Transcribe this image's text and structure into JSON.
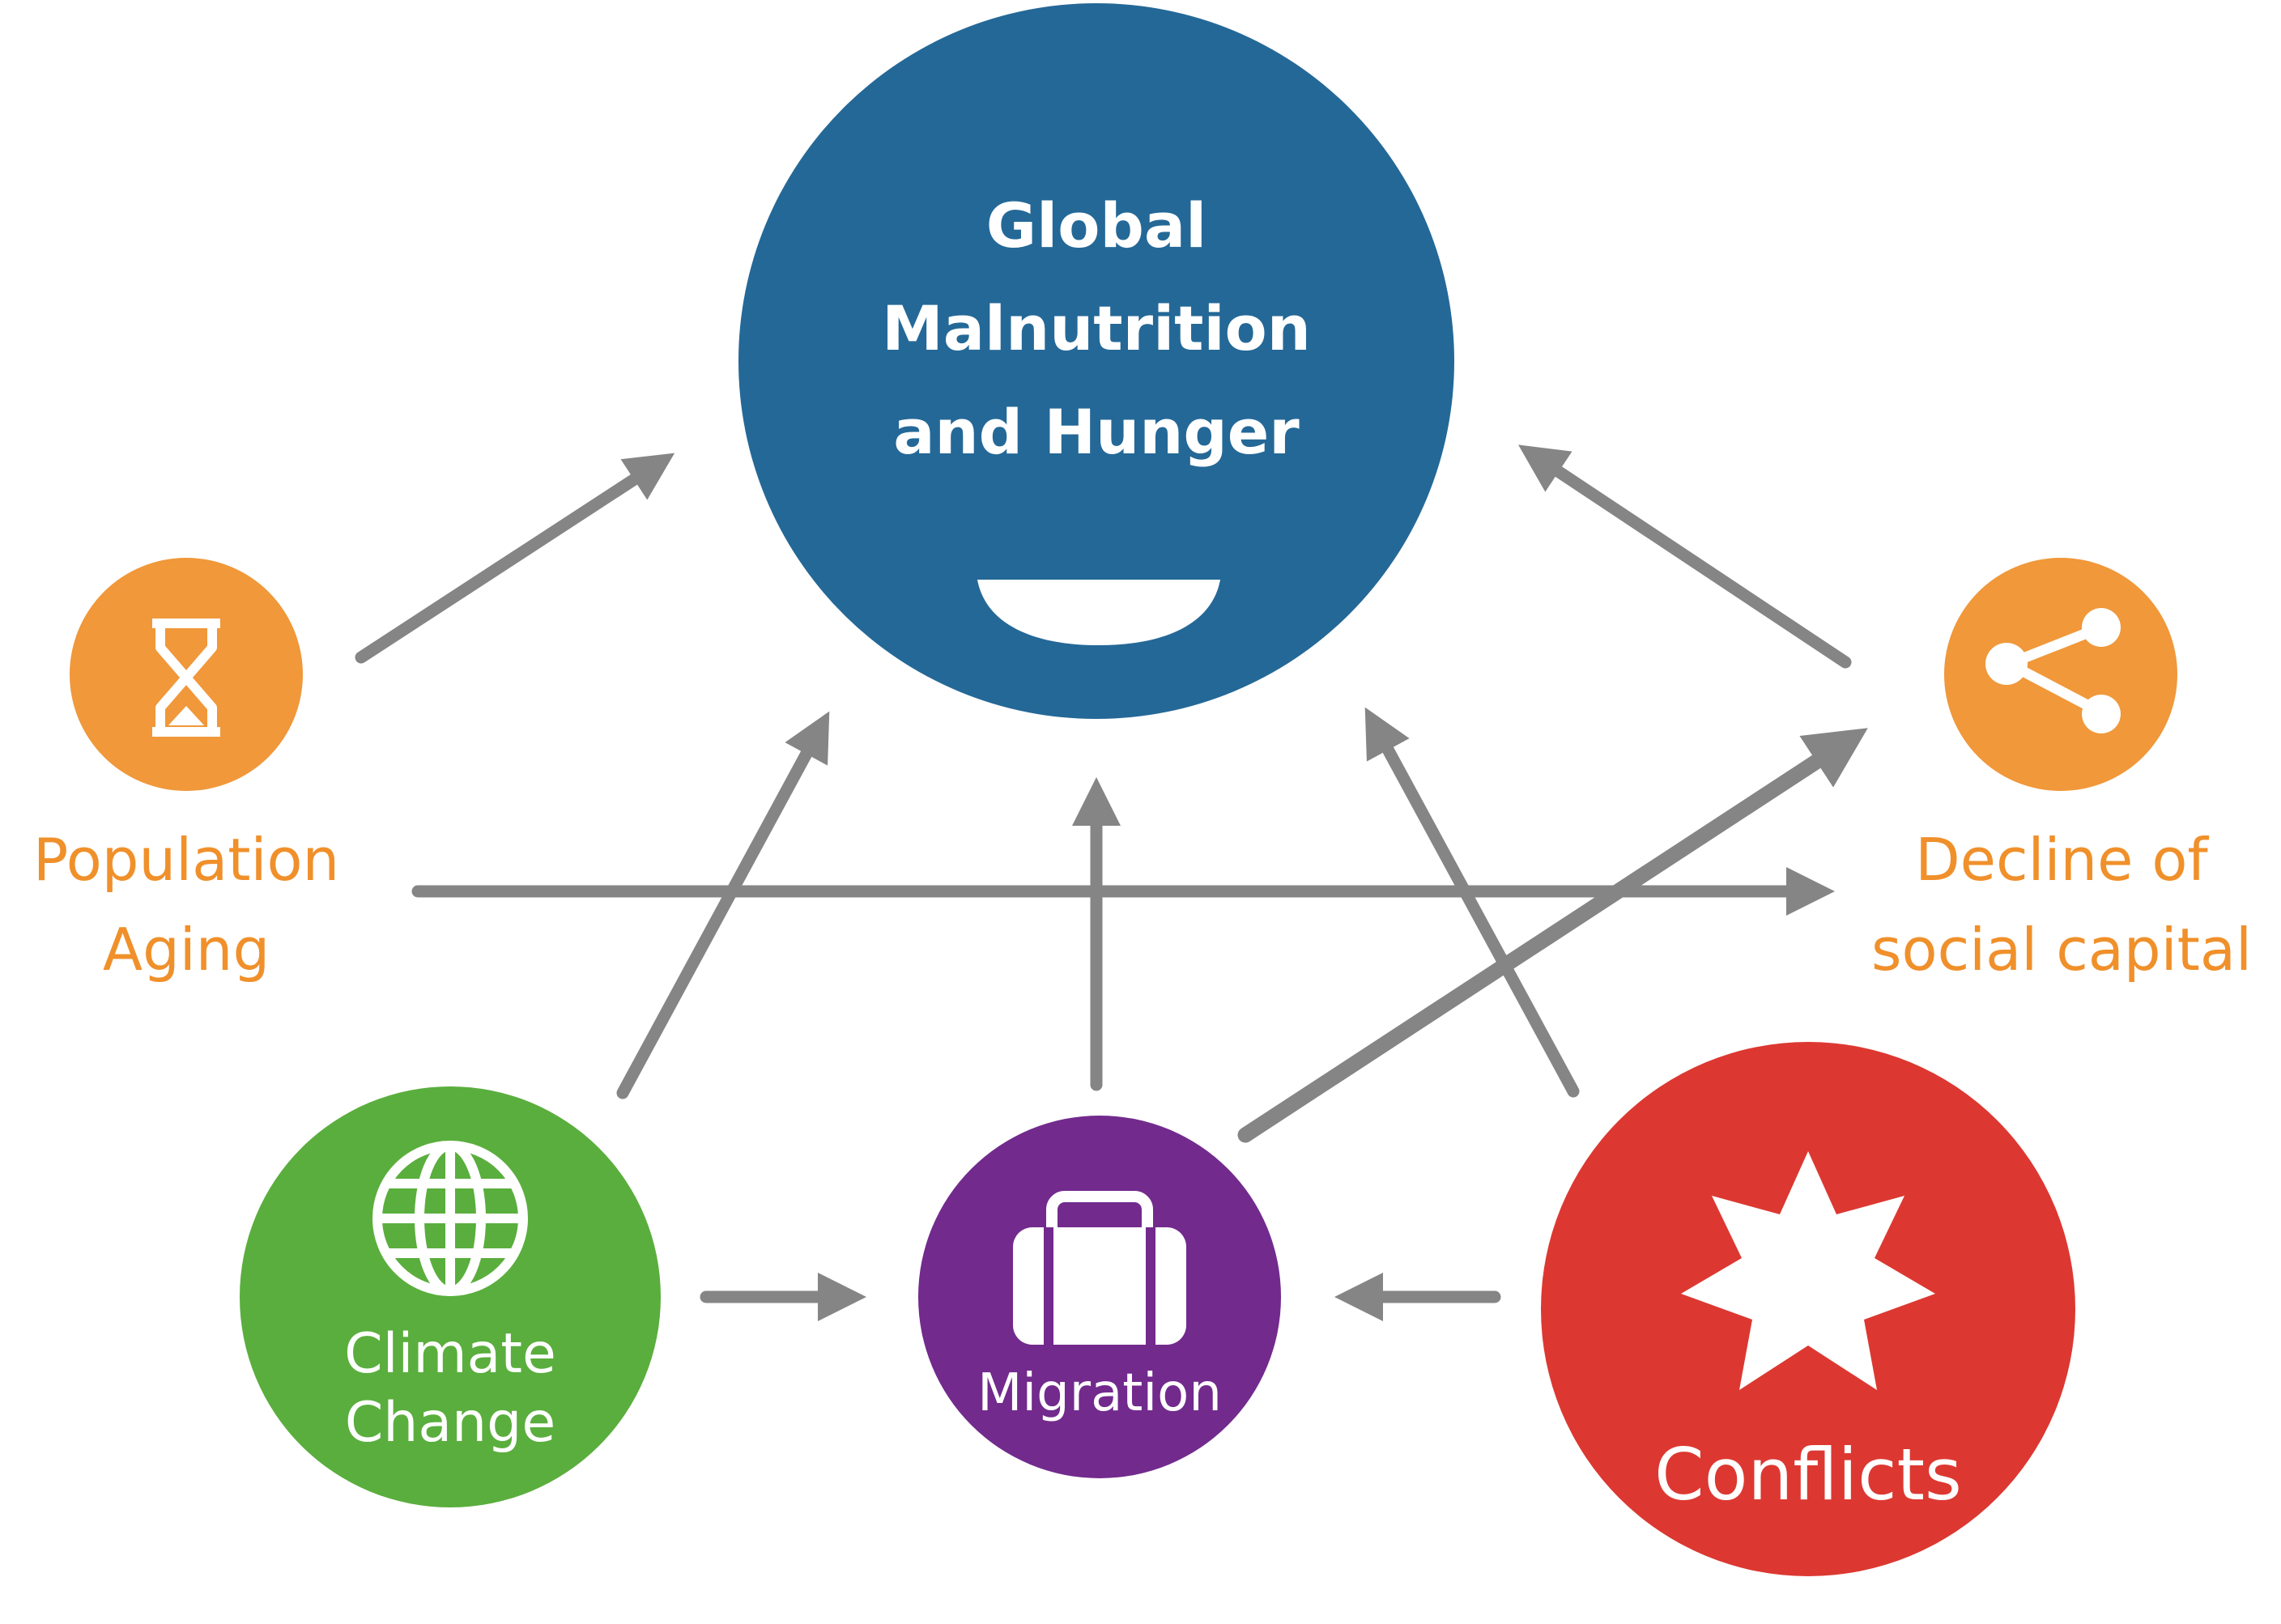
{
  "colors": {
    "global": "#246897",
    "aging": "#f0983a",
    "decline": "#f0983a",
    "side_text": "#f0902b",
    "climate": "#5aae3d",
    "migration": "#722a8d",
    "conflicts": "#dc3831",
    "arrow": "#858585"
  },
  "nodes": {
    "global": {
      "title_lines": [
        "Global",
        "Malnutrition",
        "and Hunger"
      ],
      "icon": "smile-icon"
    },
    "aging": {
      "label_lines": [
        "Population",
        "Aging"
      ],
      "icon": "hourglass-icon"
    },
    "decline": {
      "label_lines": [
        "Decline of",
        "social capital"
      ],
      "icon": "share-icon"
    },
    "climate": {
      "label_lines": [
        "Climate",
        "Change"
      ],
      "icon": "globe-icon"
    },
    "migration": {
      "label_lines": [
        "Migration"
      ],
      "icon": "suitcase-icon"
    },
    "conflicts": {
      "label_lines": [
        "Conflicts"
      ],
      "icon": "star-icon"
    }
  },
  "edges": [
    {
      "from": "aging",
      "to": "global"
    },
    {
      "from": "decline",
      "to": "global"
    },
    {
      "from": "aging",
      "to": "decline"
    },
    {
      "from": "climate",
      "to": "global"
    },
    {
      "from": "migration",
      "to": "global"
    },
    {
      "from": "conflicts",
      "to": "global"
    },
    {
      "from": "migration",
      "to": "decline"
    },
    {
      "from": "climate",
      "to": "migration"
    },
    {
      "from": "conflicts",
      "to": "migration"
    }
  ]
}
